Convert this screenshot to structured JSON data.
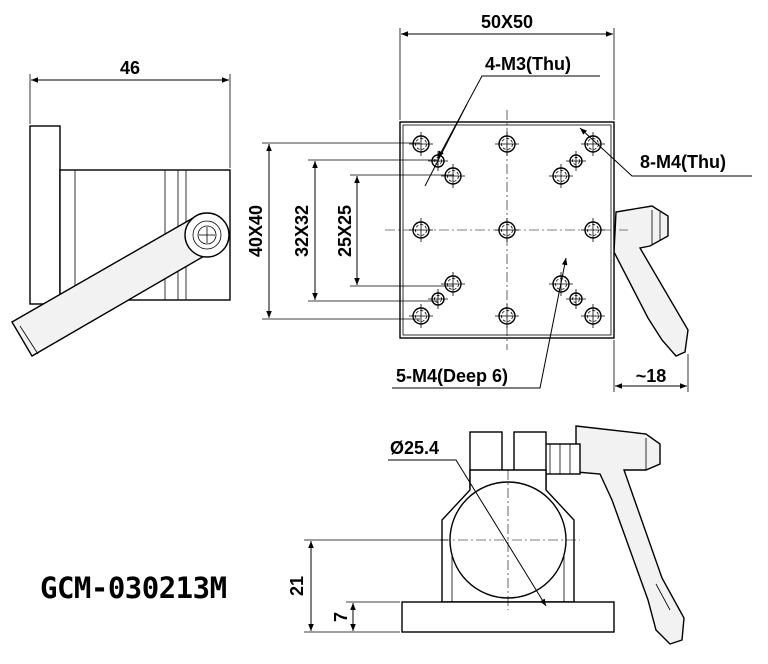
{
  "model_number": "GCM-030213M",
  "dimensions": {
    "side_width": "46",
    "plate_size": "50X50",
    "height_40": "40X40",
    "height_32": "32X32",
    "height_25": "25X25",
    "lever_reach": "~18",
    "bore_diameter": "Ø25.4",
    "center_height": "21",
    "base_thickness": "7"
  },
  "callouts": {
    "m3_holes": "4-M3(Thu)",
    "m4_through": "8-M4(Thu)",
    "m4_deep": "5-M4(Deep 6)"
  }
}
